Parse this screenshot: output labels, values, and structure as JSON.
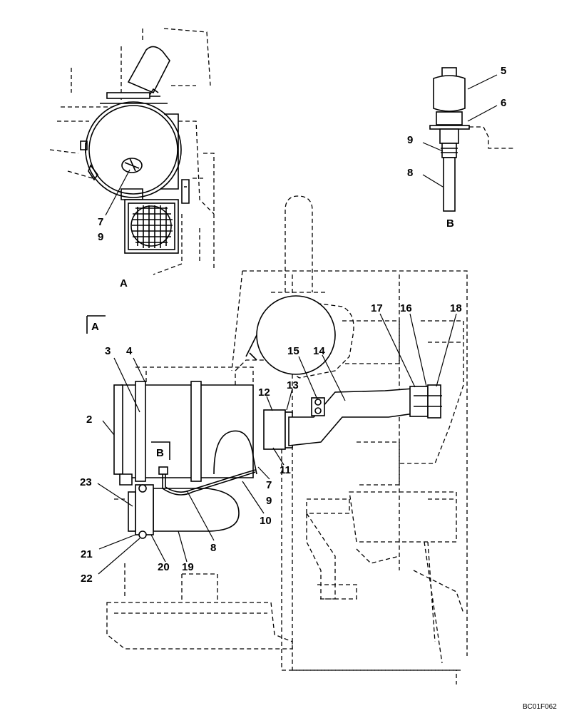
{
  "views": {
    "a": "A",
    "b": "B",
    "a_marker": "A",
    "b_marker": "B"
  },
  "callouts": {
    "c2": "2",
    "c3": "3",
    "c4": "4",
    "c5": "5",
    "c6": "6",
    "c7_top": "7",
    "c9_top": "9",
    "c8_b": "8",
    "c9_b": "9",
    "c7": "7",
    "c9": "9",
    "c8": "8",
    "c10": "10",
    "c11": "11",
    "c12": "12",
    "c13": "13",
    "c14": "14",
    "c15": "15",
    "c16": "16",
    "c17": "17",
    "c18": "18",
    "c19": "19",
    "c20": "20",
    "c21": "21",
    "c22": "22",
    "c23": "23"
  },
  "drawing_code": "BC01F062"
}
